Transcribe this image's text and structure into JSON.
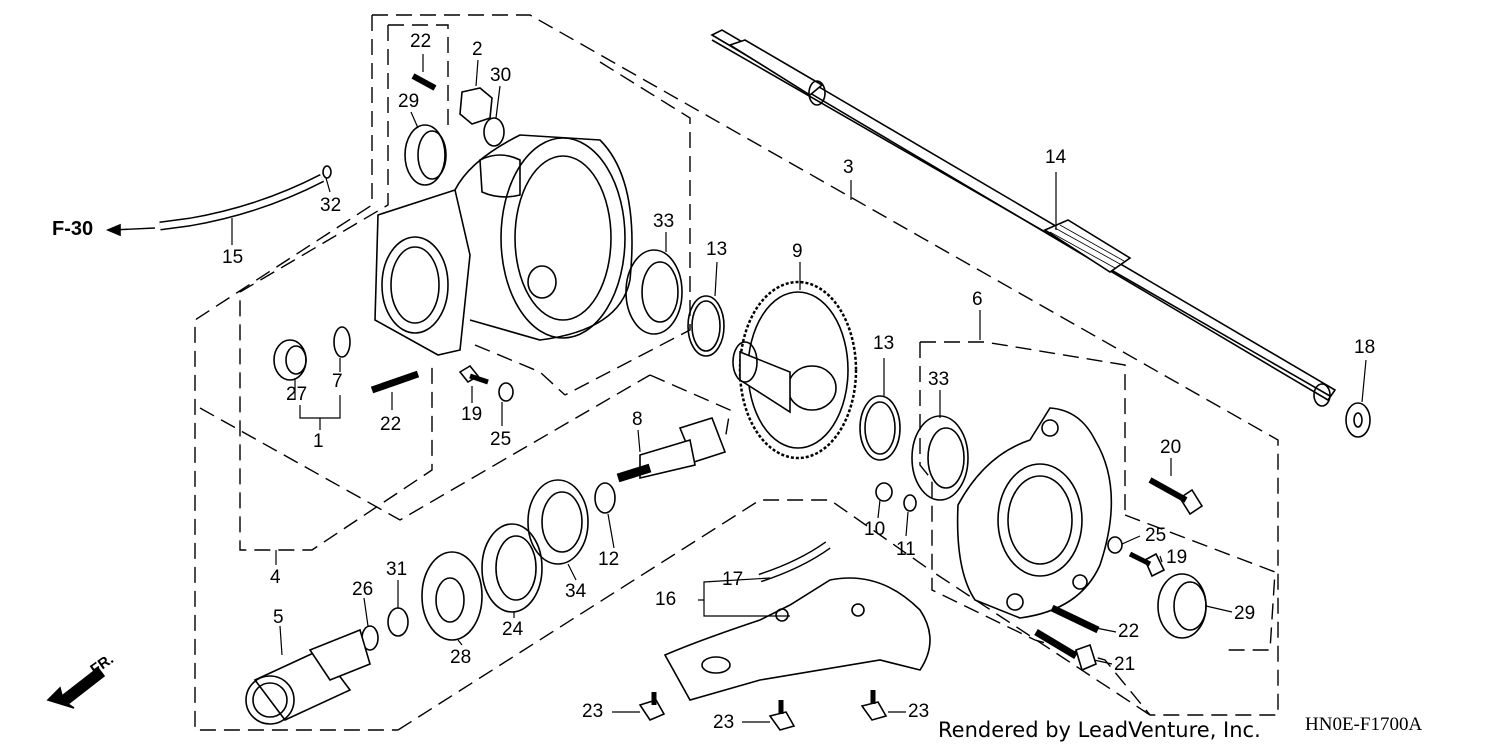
{
  "diagram": {
    "callouts": {
      "c1": "1",
      "c2": "2",
      "c3": "3",
      "c4": "4",
      "c5": "5",
      "c6": "6",
      "c7": "7",
      "c8": "8",
      "c9": "9",
      "c10": "10",
      "c11": "11",
      "c12": "12",
      "c13a": "13",
      "c13b": "13",
      "c14": "14",
      "c15": "15",
      "c16": "16",
      "c17": "17",
      "c18": "18",
      "c19a": "19",
      "c19b": "19",
      "c20": "20",
      "c21": "21",
      "c22a": "22",
      "c22b": "22",
      "c22c": "22",
      "c23a": "23",
      "c23b": "23",
      "c23c": "23",
      "c24": "24",
      "c25a": "25",
      "c25b": "25",
      "c26": "26",
      "c27": "27",
      "c28": "28",
      "c29a": "29",
      "c29b": "29",
      "c30": "30",
      "c31": "31",
      "c32": "32",
      "c33a": "33",
      "c33b": "33",
      "c34": "34"
    },
    "reference_label": "F-30",
    "front_label": "FR.",
    "credit": "Rendered by LeadVenture, Inc.",
    "diagram_code": "HN0E-F1700A"
  }
}
